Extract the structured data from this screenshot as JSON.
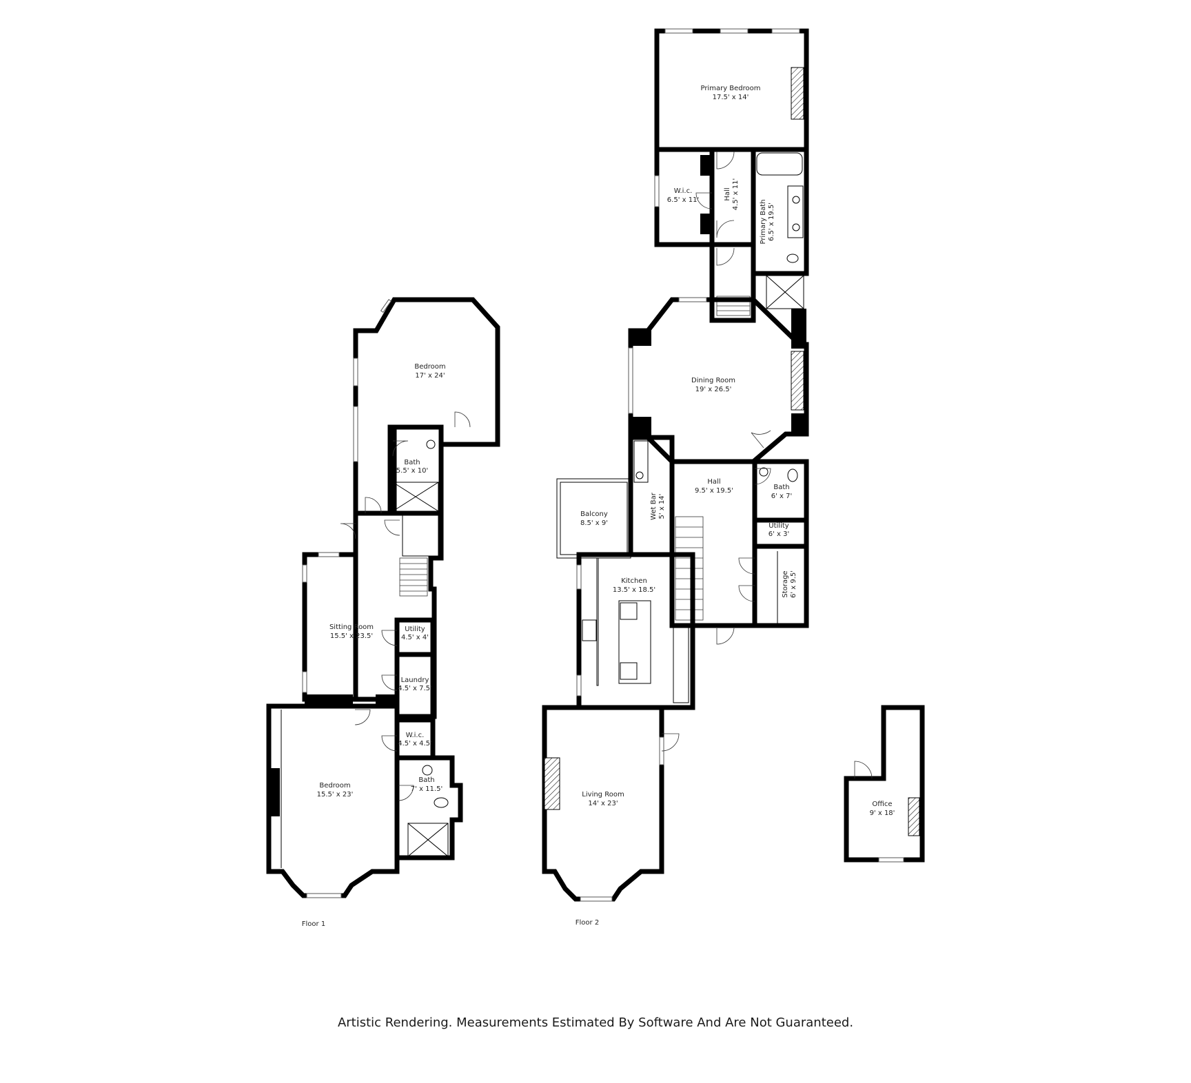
{
  "floors": [
    {
      "id": "floor1",
      "label": "Floor 1",
      "rooms": [
        {
          "id": "bedroom-upper",
          "name": "Bedroom",
          "dim": "17' x 24'"
        },
        {
          "id": "bath-a",
          "name": "Bath",
          "dim": "5.5' x 10'"
        },
        {
          "id": "sitting-room",
          "name": "Sitting Room",
          "dim": "15.5' x 23.5'"
        },
        {
          "id": "utility-a",
          "name": "Utility",
          "dim": "4.5' x 4'"
        },
        {
          "id": "laundry",
          "name": "Laundry",
          "dim": "4.5' x 7.5'"
        },
        {
          "id": "wic-a",
          "name": "W.i.c.",
          "dim": "4.5' x 4.5'"
        },
        {
          "id": "bath-b",
          "name": "Bath",
          "dim": "7' x 11.5'"
        },
        {
          "id": "bedroom-lower",
          "name": "Bedroom",
          "dim": "15.5' x 23'"
        }
      ]
    },
    {
      "id": "floor2",
      "label": "Floor 2",
      "rooms": [
        {
          "id": "primary-bedroom",
          "name": "Primary Bedroom",
          "dim": "17.5' x 14'"
        },
        {
          "id": "wic-b",
          "name": "W.i.c.",
          "dim": "6.5' x 11'"
        },
        {
          "id": "hall-upper",
          "name": "Hall",
          "dim": "4.5' x 11'"
        },
        {
          "id": "primary-bath",
          "name": "Primary Bath",
          "dim": "6.5' x 19.5'"
        },
        {
          "id": "dining-room",
          "name": "Dining Room",
          "dim": "19' x 26.5'"
        },
        {
          "id": "hall-main",
          "name": "Hall",
          "dim": "9.5' x 19.5'"
        },
        {
          "id": "bath-c",
          "name": "Bath",
          "dim": "6' x 7'"
        },
        {
          "id": "utility-b",
          "name": "Utility",
          "dim": "6' x 3'"
        },
        {
          "id": "storage",
          "name": "Storage",
          "dim": "6' x 9.5'"
        },
        {
          "id": "wet-bar",
          "name": "Wet Bar",
          "dim": "5' x 14'"
        },
        {
          "id": "balcony",
          "name": "Balcony",
          "dim": "8.5' x 9'"
        },
        {
          "id": "kitchen",
          "name": "Kitchen",
          "dim": "13.5' x 18.5'"
        },
        {
          "id": "living-room",
          "name": "Living Room",
          "dim": "14' x 23'"
        }
      ]
    },
    {
      "id": "floor3",
      "label": "",
      "rooms": [
        {
          "id": "office",
          "name": "Office",
          "dim": "9' x 18'"
        }
      ]
    }
  ],
  "disclaimer": "Artistic Rendering. Measurements Estimated By Software And Are Not Guaranteed."
}
